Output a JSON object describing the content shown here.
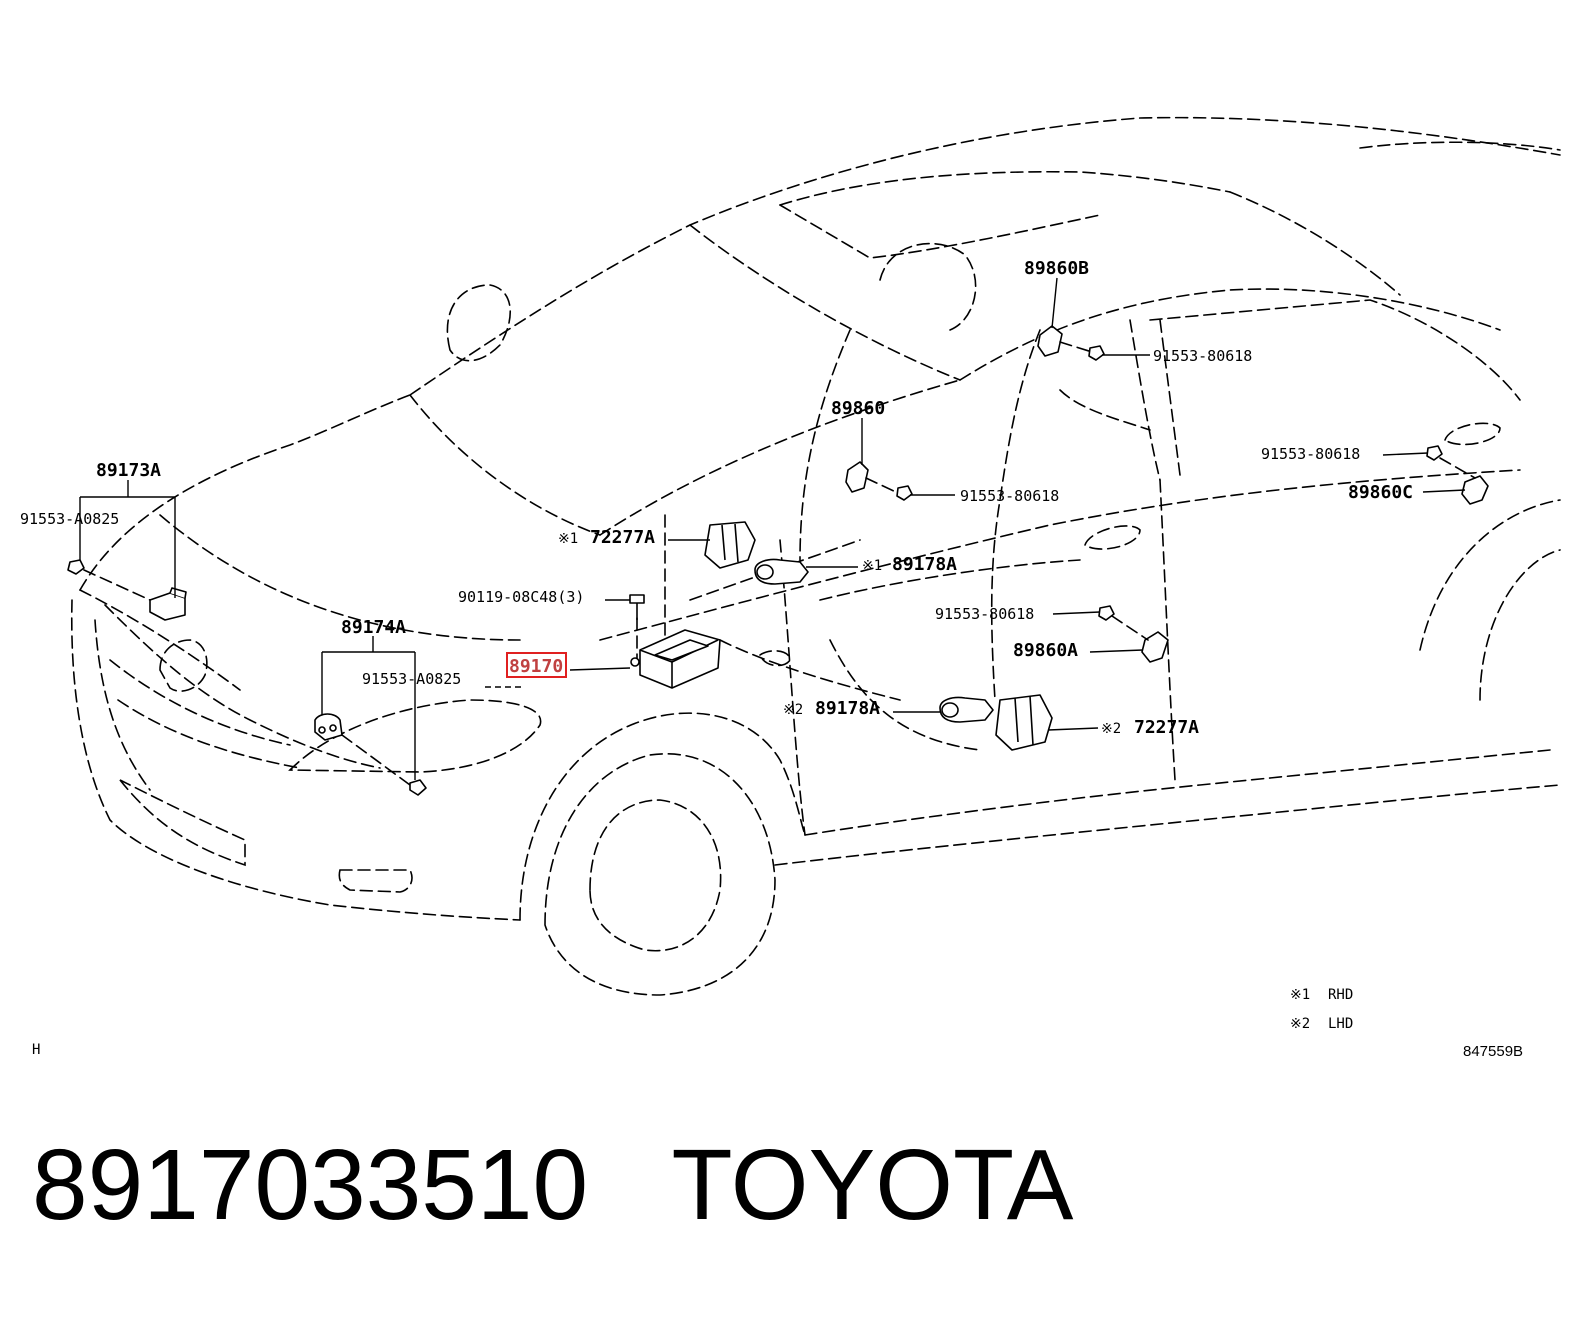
{
  "labels": {
    "p89173A": "89173A",
    "p91553A0825_left": "91553-A0825",
    "p89174A": "89174A",
    "p91553A0825_center": "91553-A0825",
    "p89170": "89170",
    "p90119": "90119-08C48(3)",
    "p72277A_top": "72277A",
    "p89178A_top": "89178A",
    "p89860": "89860",
    "p89860B": "89860B",
    "p91553_80618_a": "91553-80618",
    "p91553_80618_b": "91553-80618",
    "p91553_80618_c": "91553-80618",
    "p91553_80618_d": "91553-80618",
    "p89860C": "89860C",
    "p89860A": "89860A",
    "p89178A_bot": "89178A",
    "p72277A_bot": "72277A",
    "mark1_a": "※1",
    "mark1_b": "※1",
    "mark2_a": "※2",
    "mark2_b": "※2"
  },
  "legend": {
    "rhd_mark": "※1",
    "rhd_text": "RHD",
    "lhd_mark": "※2",
    "lhd_text": "LHD"
  },
  "footer": {
    "left_code": "H",
    "diagram_id": "847559B"
  },
  "highlight": {
    "part": "89170",
    "color": "#e02020"
  },
  "caption": {
    "part_number": "8917033510",
    "brand": "TOYOTA"
  }
}
